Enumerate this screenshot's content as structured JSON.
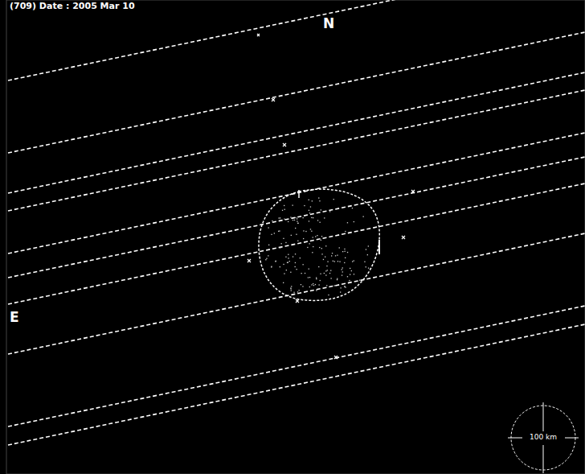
{
  "diagram": {
    "title": "(709) Date : 2005 Mar 10",
    "labels": [
      "N",
      "E",
      "100 km"
    ]
  }
}
